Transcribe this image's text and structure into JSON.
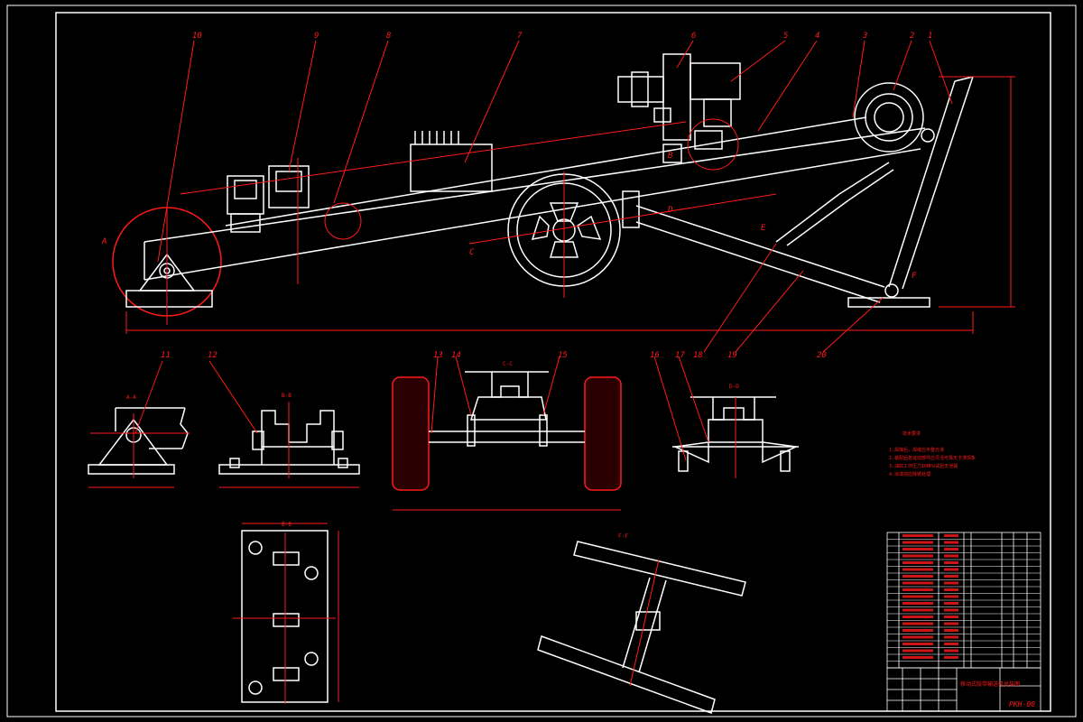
{
  "colors": {
    "background": "#000000",
    "outline": "#ffffff",
    "annotation": "#ff1a1a",
    "leader": "#ff1a1a",
    "title_text": "#ff1a1a"
  },
  "callouts_main": [
    "10",
    "9",
    "8",
    "7",
    "6",
    "5",
    "4",
    "3",
    "2",
    "1"
  ],
  "callouts_side": [
    "18",
    "19",
    "20"
  ],
  "callouts_details": [
    "11",
    "12",
    "13",
    "14",
    "15",
    "16",
    "17"
  ],
  "section_labels": [
    "A-A",
    "B-B",
    "C-C",
    "D-D",
    "E-E",
    "F-F"
  ],
  "main_labels": {
    "wheel_left": "A",
    "label_c": "C",
    "label_d": "D",
    "label_e": "E",
    "label_f": "F",
    "label_b": "B"
  },
  "tech_req_title": "技术要求",
  "tech_req_lines": [
    "1.焊接后，焊缝应平整光滑",
    "2.装配后各运动部件应灵活可靠无卡滞现象",
    "3.油缸工作压力16MPa试验无泄漏",
    "4.涂漆前应除锈处理"
  ],
  "title_block": {
    "drawing_name": "移动式胶带输送机总装图",
    "drawing_number": "PKH-00"
  }
}
